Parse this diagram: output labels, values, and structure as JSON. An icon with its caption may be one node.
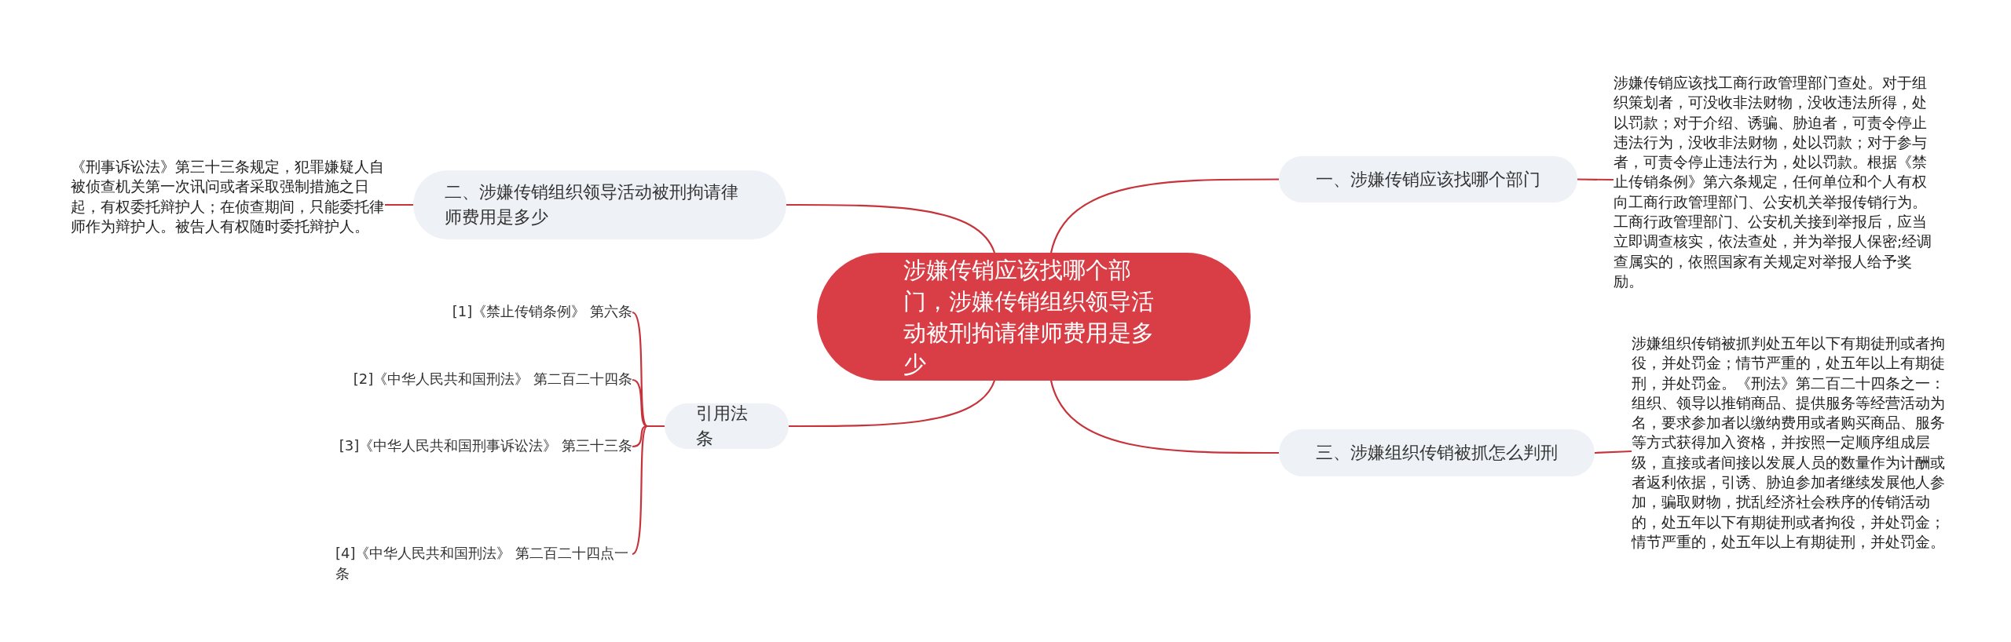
{
  "diagram": {
    "nodes": [
      {
        "text": [
          "涉嫌传销应该找哪个部门，涉嫌传销组织领导活动被刑拘请律师费用是多少"
        ]
      },
      {
        "text": [
          "一、涉嫌传销应该找哪个部门"
        ]
      },
      {
        "text": [
          "涉嫌传销应该找工商行政管理部门查处。对于组织策划者，可没收非法财物，没收违法所得，处以罚款；对于介绍、诱骗、胁迫者，可责令停止违法行为，没收非法财物，处以罚款；对于参与者，可责令停止违法行为，处以罚款。根据《禁止传销条例》第六条规定，任何单位和个人有权向工商行政管理部门、公安机关举报传销行为。工商行政管理部门、公安机关接到举报后，应当立即调查核实，依法查处，并为举报人保密;经调查属实的，依照国家有关规定对举报人给予奖励。"
        ]
      },
      {
        "text": [
          "三、涉嫌组织传销被抓怎么判刑"
        ]
      },
      {
        "text": [
          "涉嫌组织传销被抓判处五年以下有期徒刑或者拘役，并处罚金；情节严重的，处五年以上有期徒刑，并处罚金。《刑法》第二百二十四条之一：组织、领导以推销商品、提供服务等经营活动为名，要求参加者以缴纳费用或者购买商品、服务等方式获得加入资格，并按照一定顺序组成层级，直接或者间接以发展人员的数量作为计酬或者返利依据，引诱、胁迫参加者继续发展他人参加，骗取财物，扰乱经济社会秩序的传销活动的，处五年以下有期徒刑或者拘役，并处罚金；情节严重的，处五年以上有期徒刑，并处罚金。"
        ]
      },
      {
        "text": [
          "二、涉嫌传销组织领导活动被刑拘请律师费用是多少"
        ]
      },
      {
        "text": [
          "《刑事诉讼法》第三十三条规定，犯罪嫌疑人自被侦查机关第一次讯问或者采取强制措施之日起，有权委托辩护人；在侦查期间，只能委托律师作为辩护人。被告人有权随时委托辩护人。"
        ]
      },
      {
        "text": [
          "引用法条"
        ]
      },
      {
        "text": [
          "[1]《禁止传销条例》 第六条"
        ]
      },
      {
        "text": [
          "[2]《中华人民共和国刑法》 第二百二十四条"
        ]
      },
      {
        "text": [
          "[3]《中华人民共和国刑事诉讼法》 第三十三条"
        ]
      },
      {
        "text": [
          "[4]《中华人民共和国刑法》 第二百二十四点一条"
        ]
      }
    ],
    "edges": [
      {
        "from": 0,
        "to": 1,
        "arrow": "none"
      },
      {
        "from": 1,
        "to": 2,
        "arrow": "none"
      },
      {
        "from": 0,
        "to": 3,
        "arrow": "none"
      },
      {
        "from": 3,
        "to": 4,
        "arrow": "none"
      },
      {
        "from": 0,
        "to": 5,
        "arrow": "none"
      },
      {
        "from": 5,
        "to": 6,
        "arrow": "none"
      },
      {
        "from": 0,
        "to": 7,
        "arrow": "none"
      },
      {
        "from": 7,
        "to": 8,
        "arrow": "none"
      },
      {
        "from": 7,
        "to": 9,
        "arrow": "none"
      },
      {
        "from": 7,
        "to": 10,
        "arrow": "none"
      },
      {
        "from": 7,
        "to": 11,
        "arrow": "none"
      }
    ]
  }
}
